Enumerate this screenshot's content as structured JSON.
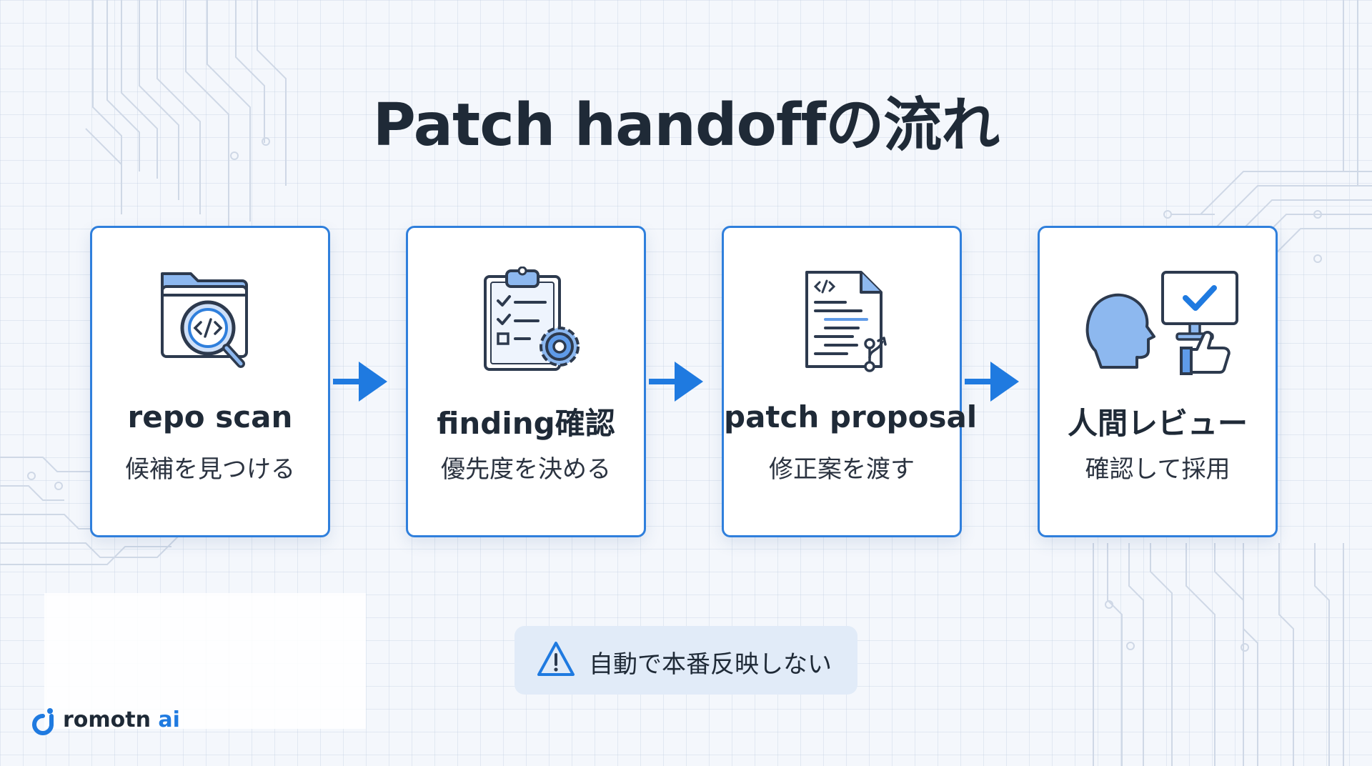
{
  "title": "Patch handoffの流れ",
  "colors": {
    "accent": "#1f7ae0",
    "card_border": "#2f7fdc",
    "icon_fill": "#8db8ef",
    "icon_stroke": "#2d3a4e",
    "warning_bg": "#e1ebf8"
  },
  "steps": [
    {
      "title": "repo scan",
      "subtitle": "候補を見つける",
      "icon": "folder-search-code-icon"
    },
    {
      "title": "finding確認",
      "subtitle": "優先度を決める",
      "icon": "clipboard-checklist-gear-icon"
    },
    {
      "title": "patch proposal",
      "subtitle": "修正案を渡す",
      "icon": "code-document-branch-icon"
    },
    {
      "title": "人間レビュー",
      "subtitle": "確認して採用",
      "icon": "person-monitor-approval-icon"
    }
  ],
  "warning": {
    "text": "自動で本番反映しない",
    "icon": "warning-triangle-icon"
  },
  "brand": {
    "name_main": "romotn",
    "name_accent": " ai",
    "icon": "brand-logo-icon"
  }
}
